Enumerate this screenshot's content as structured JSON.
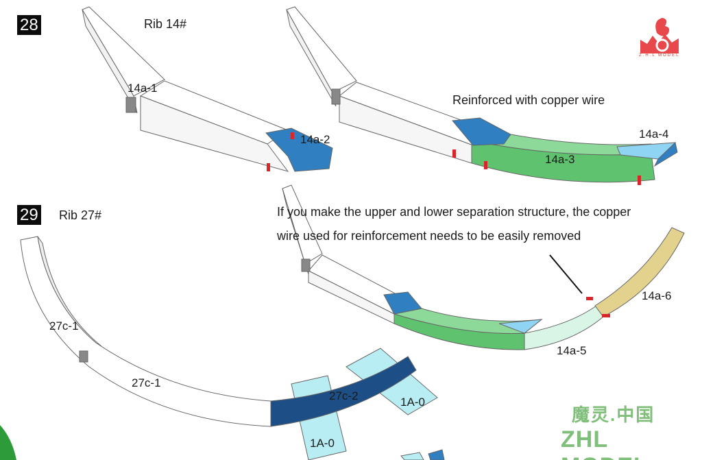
{
  "steps": [
    {
      "number": "28",
      "rib": "Rib 14#"
    },
    {
      "number": "29",
      "rib": "Rib 27#"
    }
  ],
  "parts": {
    "p14a1": "14a-1",
    "p14a2": "14a-2",
    "p14a3": "14a-3",
    "p14a4": "14a-4",
    "p14a5": "14a-5",
    "p14a6": "14a-6",
    "p27c1_upper": "27c-1",
    "p27c1_lower": "27c-1",
    "p27c2": "27c-2",
    "p1a0_right": "1A-0",
    "p1a0_bottom": "1A-0"
  },
  "notes": {
    "reinforced": "Reinforced with copper wire",
    "separation_line1": "If you make the upper and lower separation structure, the copper",
    "separation_line2": "wire used for reinforcement needs to be easily removed"
  },
  "brand": {
    "chinese": "魔灵.中国",
    "english": "ZHL MODEL",
    "logo_text": "Z.H.L MODEL"
  },
  "colors": {
    "blue": "#2f7fc1",
    "green": "#5fc26f",
    "light_blue": "#8fd4f2",
    "navy": "#1d4f86",
    "tan": "#e3d28e",
    "mint": "#d9f5e6",
    "cyan_pad": "#b8eef3",
    "red_pin": "#d9262a",
    "brand_green": "#7fbf7a"
  }
}
